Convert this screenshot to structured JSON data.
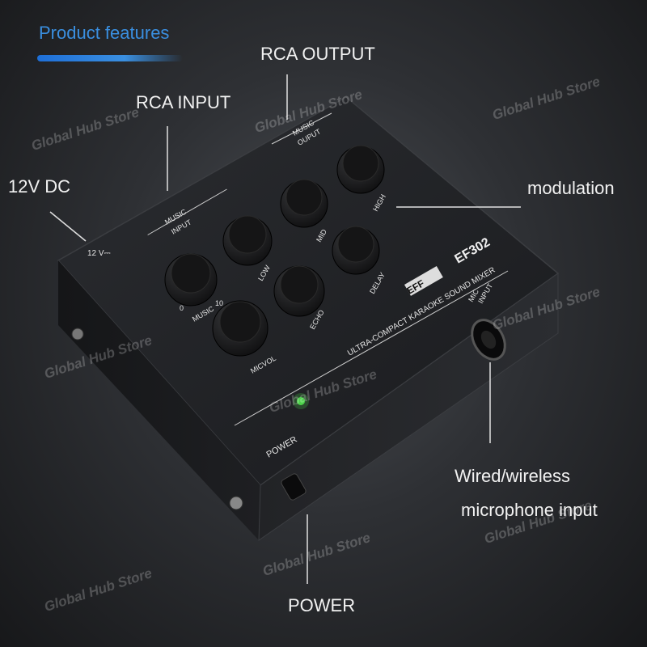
{
  "header": {
    "title": "Product features"
  },
  "callouts": {
    "rca_output": "RCA  OUTPUT",
    "rca_input": "RCA INPUT",
    "dc": "12V DC",
    "modulation": "modulation",
    "mic_line1": "Wired/wireless",
    "mic_line2": "microphone input",
    "power": "POWER"
  },
  "device": {
    "brand": "EFF",
    "model": "EF302",
    "tagline": "ULTRA-COMPACT KARAOKE SOUND MIXER",
    "music_input": [
      "MUSIC",
      "INPUT"
    ],
    "music_output": [
      "MUSIC",
      "OUPUT"
    ],
    "mic_input": [
      "MIC",
      "INPUT"
    ],
    "dc_label": "12 V⎓",
    "power_label": "POWER",
    "knobs": {
      "music": "MUSIC",
      "micvol": "MICVOL",
      "low": "LOW",
      "echo": "ECHO",
      "mid": "MID",
      "delay": "DELAY",
      "high": "HIGH"
    },
    "scale_min": "0",
    "scale_max": "10"
  },
  "watermark": "Global Hub Store",
  "colors": {
    "accent": "#3a8fe0",
    "led": "#4cd34a"
  }
}
